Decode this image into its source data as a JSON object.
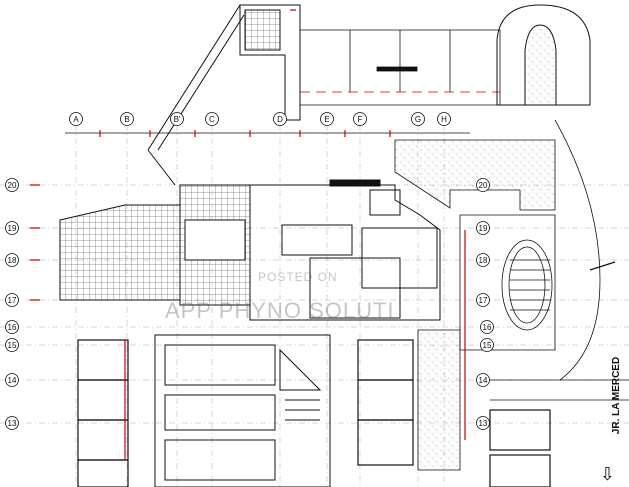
{
  "plan": {
    "column_grid_labels": [
      "A",
      "B",
      "B'",
      "C",
      "D",
      "E",
      "F",
      "G",
      "H"
    ],
    "row_grid_labels_left": [
      "20",
      "19",
      "18",
      "17",
      "16",
      "15",
      "14",
      "13"
    ],
    "row_grid_labels_right": [
      "20",
      "19",
      "18",
      "17",
      "16",
      "15",
      "14",
      "13"
    ],
    "street_name": "JR. LA MERCED",
    "watermark_top": "POSTED ON",
    "watermark_main": "APP PHYNO SOLUTI",
    "north_arrow_icon": "north-arrow-icon"
  },
  "colors": {
    "line": "#111111",
    "red_marks": "#cc0000",
    "hatch": "#888888"
  }
}
